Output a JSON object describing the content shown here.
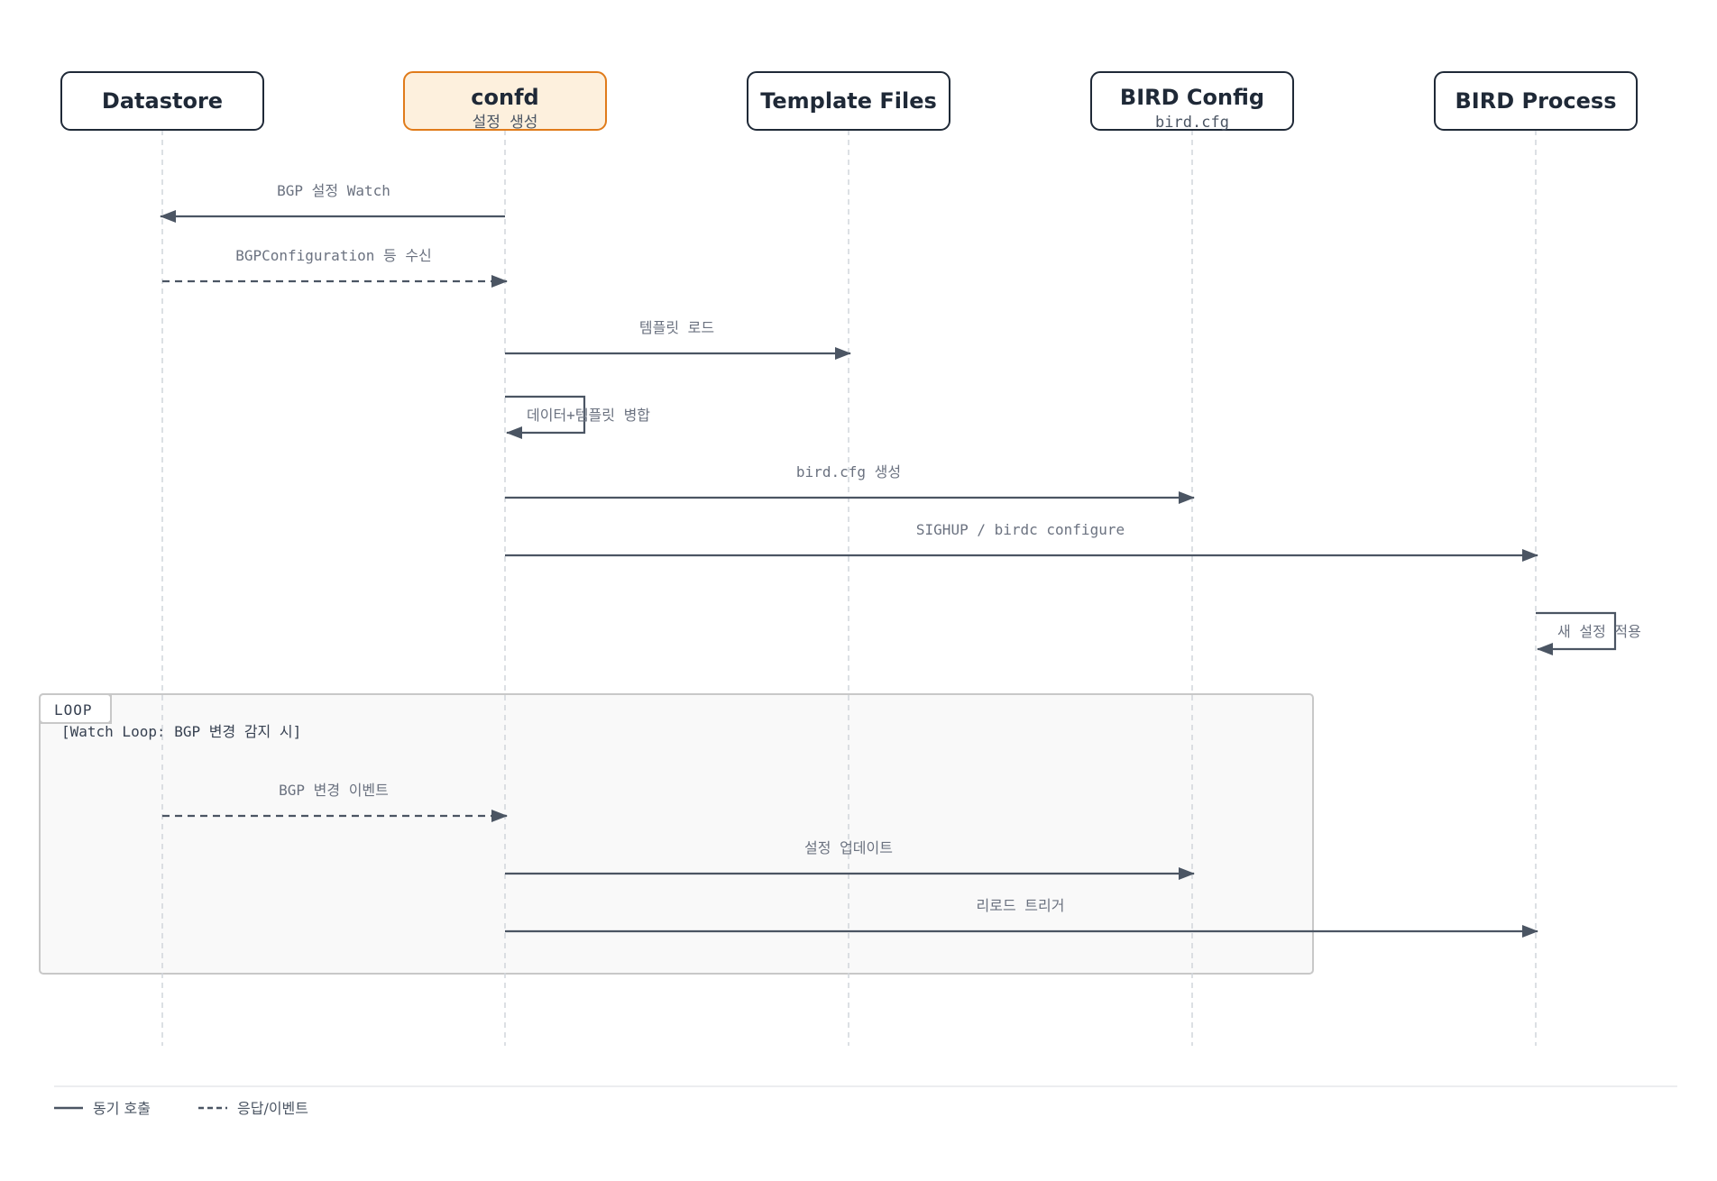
{
  "colors": {
    "participant_border": "#1f2937",
    "highlight_fill": "#fdf0dd",
    "highlight_border": "#e07b1a",
    "arrow": "#4b5563",
    "lifeline": "#d1d5db",
    "loop_fill": "#f9f9f9",
    "loop_border": "#c8c8c8",
    "label": "#6b7280"
  },
  "participants": [
    {
      "title": "Datastore",
      "subtitle": ""
    },
    {
      "title": "confd",
      "subtitle": "설정 생성",
      "highlight": true
    },
    {
      "title": "Template Files",
      "subtitle": ""
    },
    {
      "title": "BIRD Config",
      "subtitle": "bird.cfg"
    },
    {
      "title": "BIRD Process",
      "subtitle": ""
    }
  ],
  "messages": [
    {
      "from": 1,
      "to": 0,
      "label": "BGP 설정 Watch",
      "style": "solid"
    },
    {
      "from": 0,
      "to": 1,
      "label": "BGPConfiguration 등 수신",
      "style": "dashed"
    },
    {
      "from": 1,
      "to": 2,
      "label": "템플릿 로드",
      "style": "solid"
    },
    {
      "from": 1,
      "to": 1,
      "label": "데이터+템플릿 병합",
      "style": "solid"
    },
    {
      "from": 1,
      "to": 3,
      "label": "bird.cfg 생성",
      "style": "solid"
    },
    {
      "from": 1,
      "to": 4,
      "label": "SIGHUP / birdc configure",
      "style": "solid"
    },
    {
      "from": 4,
      "to": 4,
      "label": "새 설정 적용",
      "style": "solid"
    },
    {
      "from": 0,
      "to": 1,
      "label": "BGP 변경 이벤트",
      "style": "dashed"
    },
    {
      "from": 1,
      "to": 3,
      "label": "설정 업데이트",
      "style": "solid"
    },
    {
      "from": 1,
      "to": 4,
      "label": "리로드 트리거",
      "style": "solid"
    }
  ],
  "loop": {
    "tag": "LOOP",
    "condition": "[Watch Loop: BGP 변경 감지 시]"
  },
  "legend": {
    "solid_label": "동기 호출",
    "dashed_label": "응답/이벤트"
  }
}
